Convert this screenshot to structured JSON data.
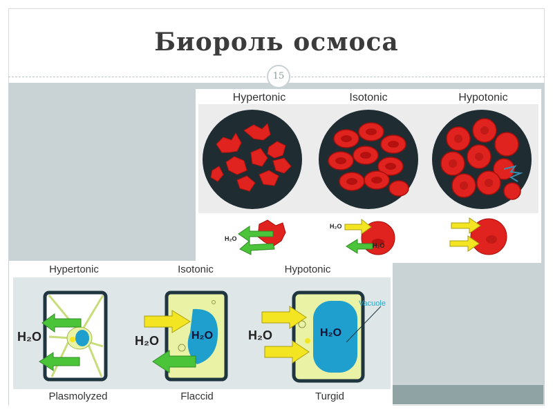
{
  "slide": {
    "title": "Биороль осмоса",
    "page_number": "15"
  },
  "rbc_panel": {
    "labels": [
      "Hypertonic",
      "Isotonic",
      "Hypotonic"
    ],
    "h2o": "H₂O",
    "colors": {
      "cell": "#e0231f",
      "dish": "#1f2d33",
      "arrow_green": "#4cc43a",
      "arrow_yellow": "#f3e522"
    }
  },
  "plant_panel": {
    "labels": [
      "Hypertonic",
      "Isotonic",
      "Hypotonic"
    ],
    "states": [
      "Plasmolyzed",
      "Flaccid",
      "Turgid"
    ],
    "h2o": "H₂O",
    "vacuole_label": "Vacuole",
    "colors": {
      "cytoplasm": "#eaf2a6",
      "vacuole": "#1f9fce",
      "wall": "#1f3640"
    }
  }
}
